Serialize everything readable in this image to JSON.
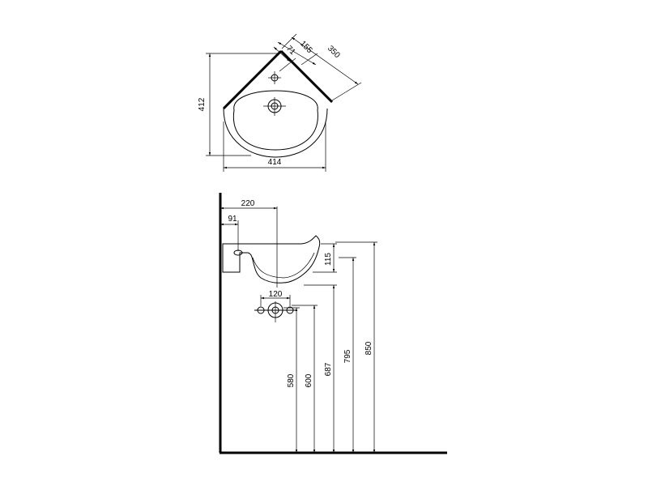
{
  "plan_view": {
    "dim_width": "414",
    "dim_depth": "412",
    "dim_side": "350",
    "dim_tap_offset_1": "71",
    "dim_tap_offset_2": "155"
  },
  "elevation_view": {
    "dim_basin_center": "220",
    "dim_overflow": "91",
    "dim_basin_height": "115",
    "dim_trap_spacing": "120",
    "heights": [
      "580",
      "600",
      "687",
      "795",
      "850"
    ]
  }
}
